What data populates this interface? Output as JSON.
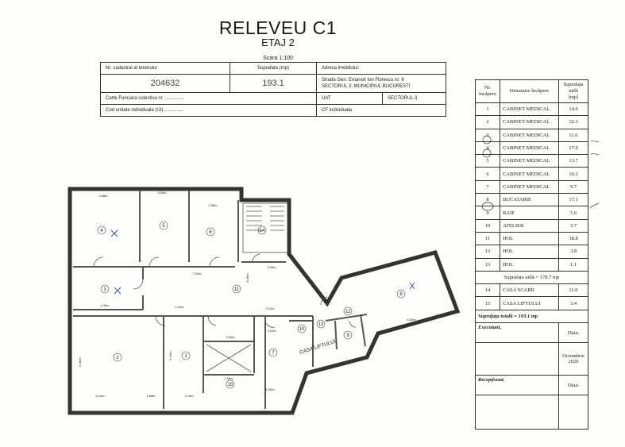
{
  "title": "RELEVEU C1",
  "subtitle": "ETAJ 2",
  "scale": "Scara 1:100",
  "cadastral": {
    "nr_cadastral_label": "Nr. cadastral al terenului",
    "suprafata_label": "Suprafata (mp)",
    "adresa_label": "Adresa imobilului:",
    "nr_cadastral": "204632",
    "suprafata": "193.1",
    "adresa_line1": "Strada Gen. Emanoil Ion Florescu nr. 8",
    "adresa_line2": "SECTORUL 3, MUNICIPIUL BUCURESTI",
    "carte_funciara": "Carte Funciara colectiva nr. ..............",
    "uat_label": "UAT",
    "uat_value": "SECTORUL 3",
    "cod_unitate": "Cod unitate individuala (UI)...............",
    "cf_individuala": "CF individuala"
  },
  "rooms_table": {
    "h_nr": "Nr. încăpere",
    "h_den": "Denumire încăpere",
    "h_sup": "Suprafața utilă",
    "h_unit": "[mp]",
    "rows": [
      {
        "nr": "1",
        "name": "CABINET MEDICAL",
        "area": "14.0"
      },
      {
        "nr": "2",
        "name": "CABINET MEDICAL",
        "area": "32.3"
      },
      {
        "nr": "3",
        "name": "CABINET MEDICAL",
        "area": "11.6"
      },
      {
        "nr": "4",
        "name": "CABINET MEDICAL",
        "area": "17.0"
      },
      {
        "nr": "5",
        "name": "CABINET MEDICAL",
        "area": "13.7"
      },
      {
        "nr": "6",
        "name": "CABINET MEDICAL",
        "area": "10.3"
      },
      {
        "nr": "7",
        "name": "CABINET MEDICAL",
        "area": "9.7"
      },
      {
        "nr": "8",
        "name": "BUCATARIE",
        "area": "17.1"
      },
      {
        "nr": "9",
        "name": "BAIE",
        "area": "5.6"
      },
      {
        "nr": "10",
        "name": "ATELIER",
        "area": "3.7"
      },
      {
        "nr": "11",
        "name": "HOL",
        "area": "38.8"
      },
      {
        "nr": "12",
        "name": "HOL",
        "area": "3.8"
      },
      {
        "nr": "13",
        "name": "HOL",
        "area": "1.1"
      }
    ],
    "util_total": "Suprafața utilă = 178.7 mp",
    "rows2": [
      {
        "nr": "14",
        "name": "CASA SCARII",
        "area": "11.0"
      },
      {
        "nr": "15",
        "name": "CASA LIFTULUI",
        "area": "3.4"
      }
    ],
    "grand_total": "Suprafața totală = 193.1 mp",
    "executant": "Executant,",
    "data_label": "Data:",
    "date_value": "Octombrie 2020",
    "receptionat": "Recepționat,",
    "data_label2": "Data:"
  },
  "plan": {
    "rooms": [
      {
        "id": "r4",
        "label": "4"
      },
      {
        "id": "r5",
        "label": "5"
      },
      {
        "id": "r6",
        "label": "6"
      },
      {
        "id": "r14",
        "label": "14"
      },
      {
        "id": "r3",
        "label": "3"
      },
      {
        "id": "r11",
        "label": "11"
      },
      {
        "id": "r8",
        "label": "8"
      },
      {
        "id": "r2",
        "label": "2"
      },
      {
        "id": "r1",
        "label": "1"
      },
      {
        "id": "r15",
        "label": "15"
      },
      {
        "id": "r7",
        "label": "7"
      },
      {
        "id": "r9",
        "label": "9"
      },
      {
        "id": "r10",
        "label": "10"
      },
      {
        "id": "r12",
        "label": "12"
      },
      {
        "id": "r13",
        "label": "13"
      }
    ],
    "casa_liftului": "CASA LIFTULUI",
    "dims": [
      "4.08m",
      "3.28m",
      "2.38m",
      "4.39m",
      "7.24m",
      "4.42m",
      "6.19m",
      "1.68m",
      "2.76m",
      "2.56m",
      "3.30m",
      "2.22m",
      "5.30m",
      "5.16m",
      "8.26m",
      "3.28m",
      "3.22m",
      "6.00m",
      "1.20m"
    ]
  }
}
